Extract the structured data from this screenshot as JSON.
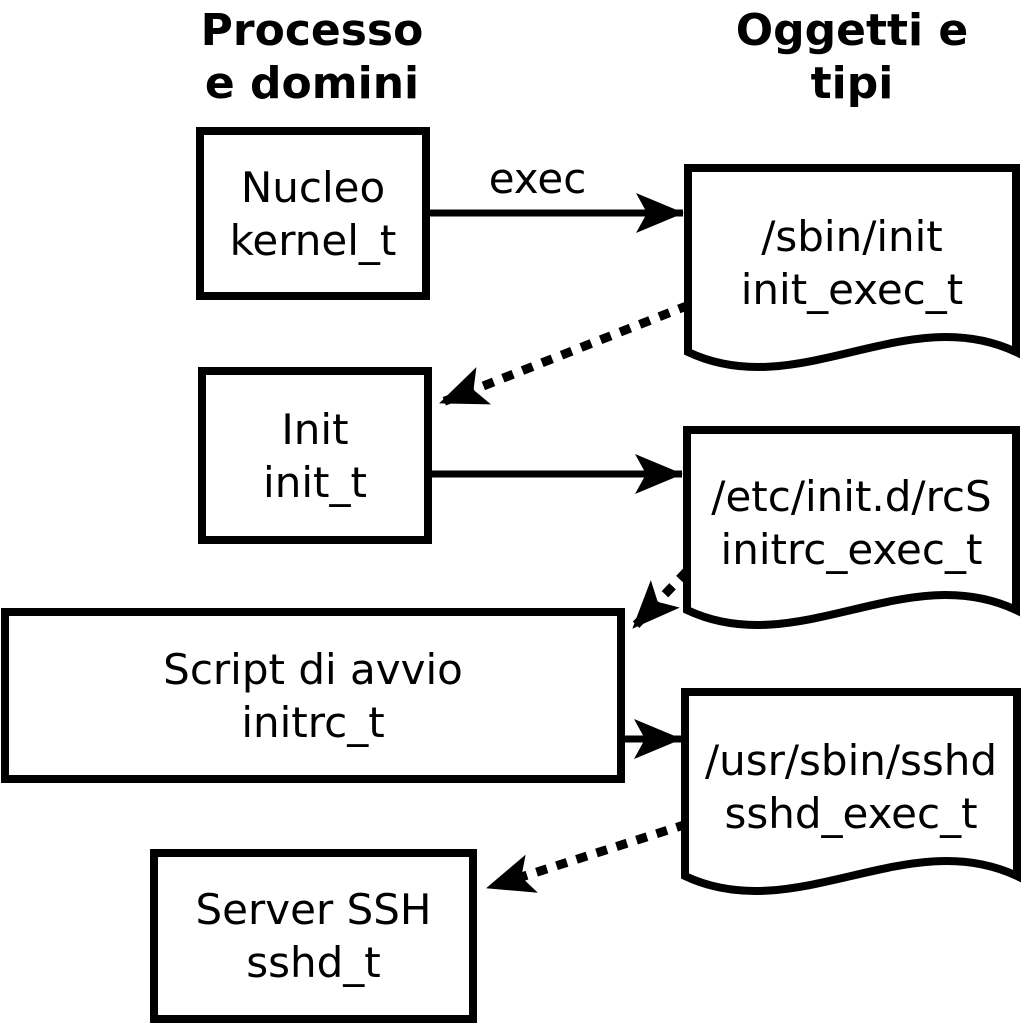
{
  "diagram": {
    "background_color": "#ffffff",
    "stroke_color": "#000000",
    "header_left": {
      "line1": "Processo",
      "line2": "e domini"
    },
    "header_right": {
      "line1": "Oggetti e",
      "line2": "tipi"
    },
    "arrow_label": "exec",
    "processes": [
      {
        "id": "kernel",
        "name": "Nucleo",
        "type": "kernel_t"
      },
      {
        "id": "init",
        "name": "Init",
        "type": "init_t"
      },
      {
        "id": "initrc",
        "name": "Script di avvio",
        "type": "initrc_t"
      },
      {
        "id": "sshd",
        "name": "Server SSH",
        "type": "sshd_t"
      }
    ],
    "objects": [
      {
        "id": "init_exec",
        "path": "/sbin/init",
        "type": "init_exec_t"
      },
      {
        "id": "initrc_exec",
        "path": "/etc/init.d/rcS",
        "type": "initrc_exec_t"
      },
      {
        "id": "sshd_exec",
        "path": "/usr/sbin/sshd",
        "type": "sshd_exec_t"
      }
    ],
    "edges": [
      {
        "from": "kernel",
        "to": "init_exec",
        "style": "solid",
        "label": "exec"
      },
      {
        "from": "init_exec",
        "to": "init",
        "style": "dotted",
        "label": ""
      },
      {
        "from": "init",
        "to": "initrc_exec",
        "style": "solid",
        "label": ""
      },
      {
        "from": "initrc_exec",
        "to": "initrc",
        "style": "dotted",
        "label": ""
      },
      {
        "from": "initrc",
        "to": "sshd_exec",
        "style": "solid",
        "label": ""
      },
      {
        "from": "sshd_exec",
        "to": "sshd",
        "style": "dotted",
        "label": ""
      }
    ]
  }
}
